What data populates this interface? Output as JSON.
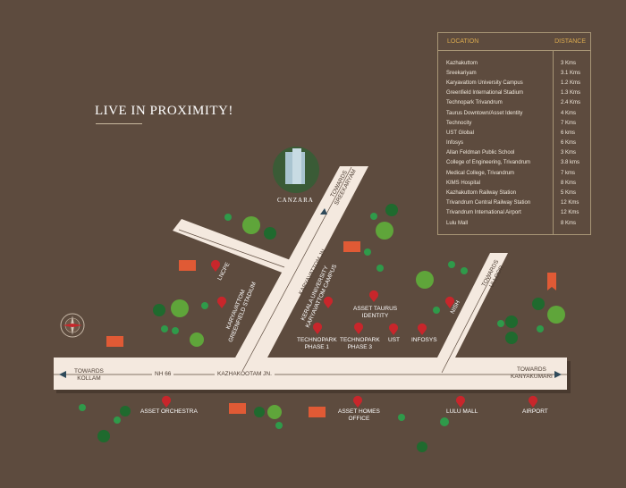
{
  "title": "LIVE IN PROXIMITY!",
  "project_logo": "CANZARA",
  "table": {
    "headers": {
      "location": "LOCATION",
      "distance": "DISTANCE"
    },
    "rows": [
      {
        "location": "Kazhakuttom",
        "distance": "3 Kms"
      },
      {
        "location": "Sreekariyam",
        "distance": "3.1 Kms"
      },
      {
        "location": "Karyavattom University Campus",
        "distance": "1.2 Kms"
      },
      {
        "location": "Greenfield International Stadium",
        "distance": "1.3 Kms"
      },
      {
        "location": "Technopark Trivandrum",
        "distance": "2.4 Kms"
      },
      {
        "location": "Taurus Downtown/Asset Identity",
        "distance": "4 Kms"
      },
      {
        "location": "Technocity",
        "distance": "7 Kms"
      },
      {
        "location": "UST Global",
        "distance": "6 kms"
      },
      {
        "location": "Infosys",
        "distance": "6 Kms"
      },
      {
        "location": "Allan Feldman Public School",
        "distance": "3 Kms"
      },
      {
        "location": "College of Engineering, Trivandrum",
        "distance": "3.8 kms"
      },
      {
        "location": "Medical College, Trivandrum",
        "distance": "7 kms"
      },
      {
        "location": "KIMS Hospital",
        "distance": "8 Kms"
      },
      {
        "location": "Kazhakuttom Railway Station",
        "distance": "5 Kms"
      },
      {
        "location": "Trivandrum Central Railway Station",
        "distance": "12 Kms"
      },
      {
        "location": "Trivandrum International Airport",
        "distance": "12 Kms"
      },
      {
        "location": "Lulu Mall",
        "distance": "8 Kms"
      }
    ]
  },
  "roads": {
    "towards_kollam": "TOWARDS\nKOLLAM",
    "nh66": "NH 66",
    "kazhakootam_jn": "KAZHAKOOTAM JN.",
    "towards_kanyakumari": "TOWARDS\nKANYAKUMARI",
    "karyavattom_jn": "KARYAVATTOM JN.",
    "towards_sreekaryam": "TOWARDS\nSREEKARYAM",
    "towards_ulloor": "TOWARDS\nULLOOR"
  },
  "landmarks": {
    "lncpe": "LNCPE",
    "stadium": "KARYAVATTOM\nGREENFIELD STADIUM",
    "university": "KERALA UNIVERSITY\nKARYAVATTOM CAMPUS",
    "taurus": "ASSET TAURUS\nIDENTITY",
    "technopark1": "TECHNOPARK\nPHASE 1",
    "technopark3": "TECHNOPARK\nPHASE 3",
    "ust": "UST",
    "infosys": "INFOSYS",
    "nish": "NISH",
    "orchestra": "ASSET ORCHESTRA",
    "homes_office": "ASSET HOMES\nOFFICE",
    "lulu": "LULU MALL",
    "airport": "AIRPORT"
  },
  "colors": {
    "background": "#5d4b3e",
    "road": "#f4e9df",
    "pin": "#c8262b",
    "tree": "#3f9a3c",
    "accent": "#d9a94f"
  }
}
